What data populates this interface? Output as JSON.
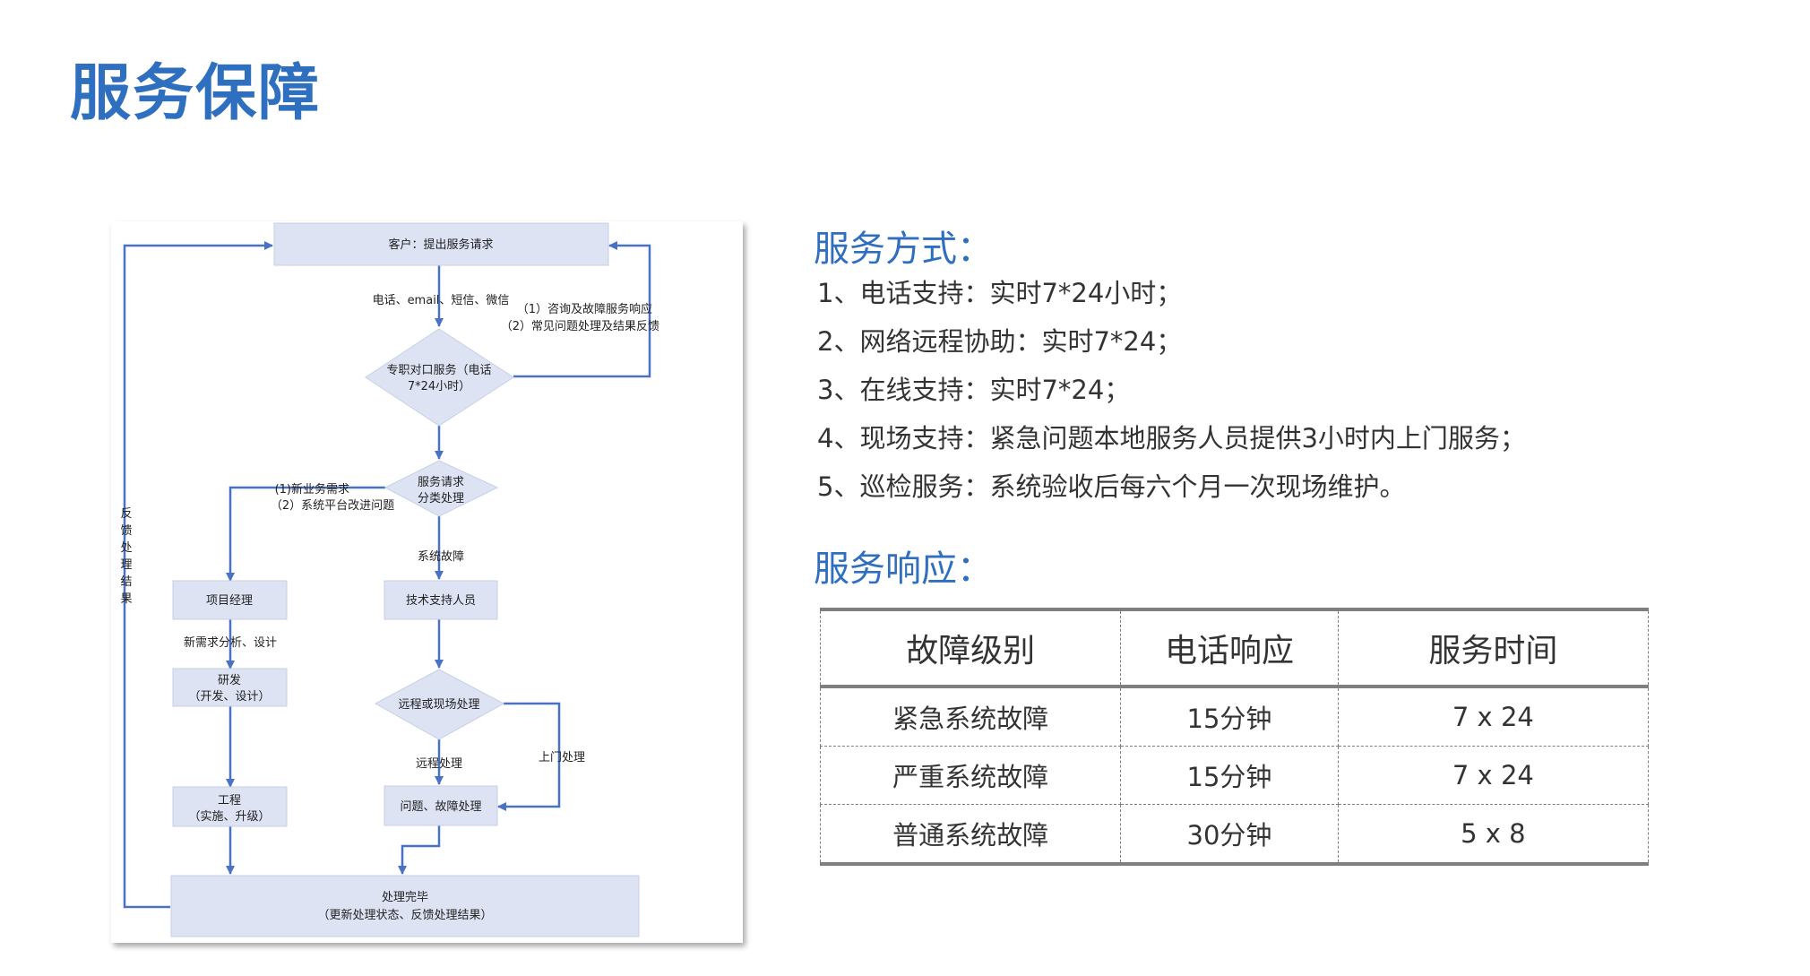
{
  "page_title": "服务保障",
  "flow": {
    "customer": "客户：提出服务请求",
    "channels": "电话、email、短信、微信",
    "feedback_right_1": "（1）咨询及故障服务响应",
    "feedback_right_2": "（2）常见问题处理及结果反馈",
    "hotline_1": "专职对口服务（电话",
    "hotline_2": "7*24小时）",
    "classify_1": "服务请求",
    "classify_2": "分类处理",
    "new_req_1": "(1)新业务需求",
    "new_req_2": "（2）系统平台改进问题",
    "sys_fault": "系统故障",
    "pm": "项目经理",
    "tech": "技术支持人员",
    "analysis": "新需求分析、设计",
    "dev_1": "研发",
    "dev_2": "（开发、设计）",
    "remote_or_onsite": "远程或现场处理",
    "remote": "远程处理",
    "onsite": "上门处理",
    "eng_1": "工程",
    "eng_2": "（实施、升级）",
    "fix": "问题、故障处理",
    "done_1": "处理完毕",
    "done_2": "（更新处理状态、反馈处理结果）",
    "feedback_left": [
      "反",
      "馈",
      "处",
      "理",
      "结",
      "果"
    ]
  },
  "service_methods": {
    "title": "服务方式：",
    "items": [
      "1、电话支持：实时7*24小时；",
      "2、网络远程协助：实时7*24；",
      "3、在线支持：实时7*24；",
      "4、现场支持：紧急问题本地服务人员提供3小时内上门服务；",
      "5、巡检服务：系统验收后每六个月一次现场维护。"
    ]
  },
  "service_response": {
    "title": "服务响应：",
    "headers": [
      "故障级别",
      "电话响应",
      "服务时间"
    ],
    "rows": [
      [
        "紧急系统故障",
        "15分钟",
        "7 x 24"
      ],
      [
        "严重系统故障",
        "15分钟",
        "7 x 24"
      ],
      [
        "普通系统故障",
        "30分钟",
        "5 x 8"
      ]
    ]
  },
  "colors": {
    "title_blue": "#2f6fc0",
    "node_fill": "#dde3f3",
    "arrow_blue": "#4a72c4"
  }
}
